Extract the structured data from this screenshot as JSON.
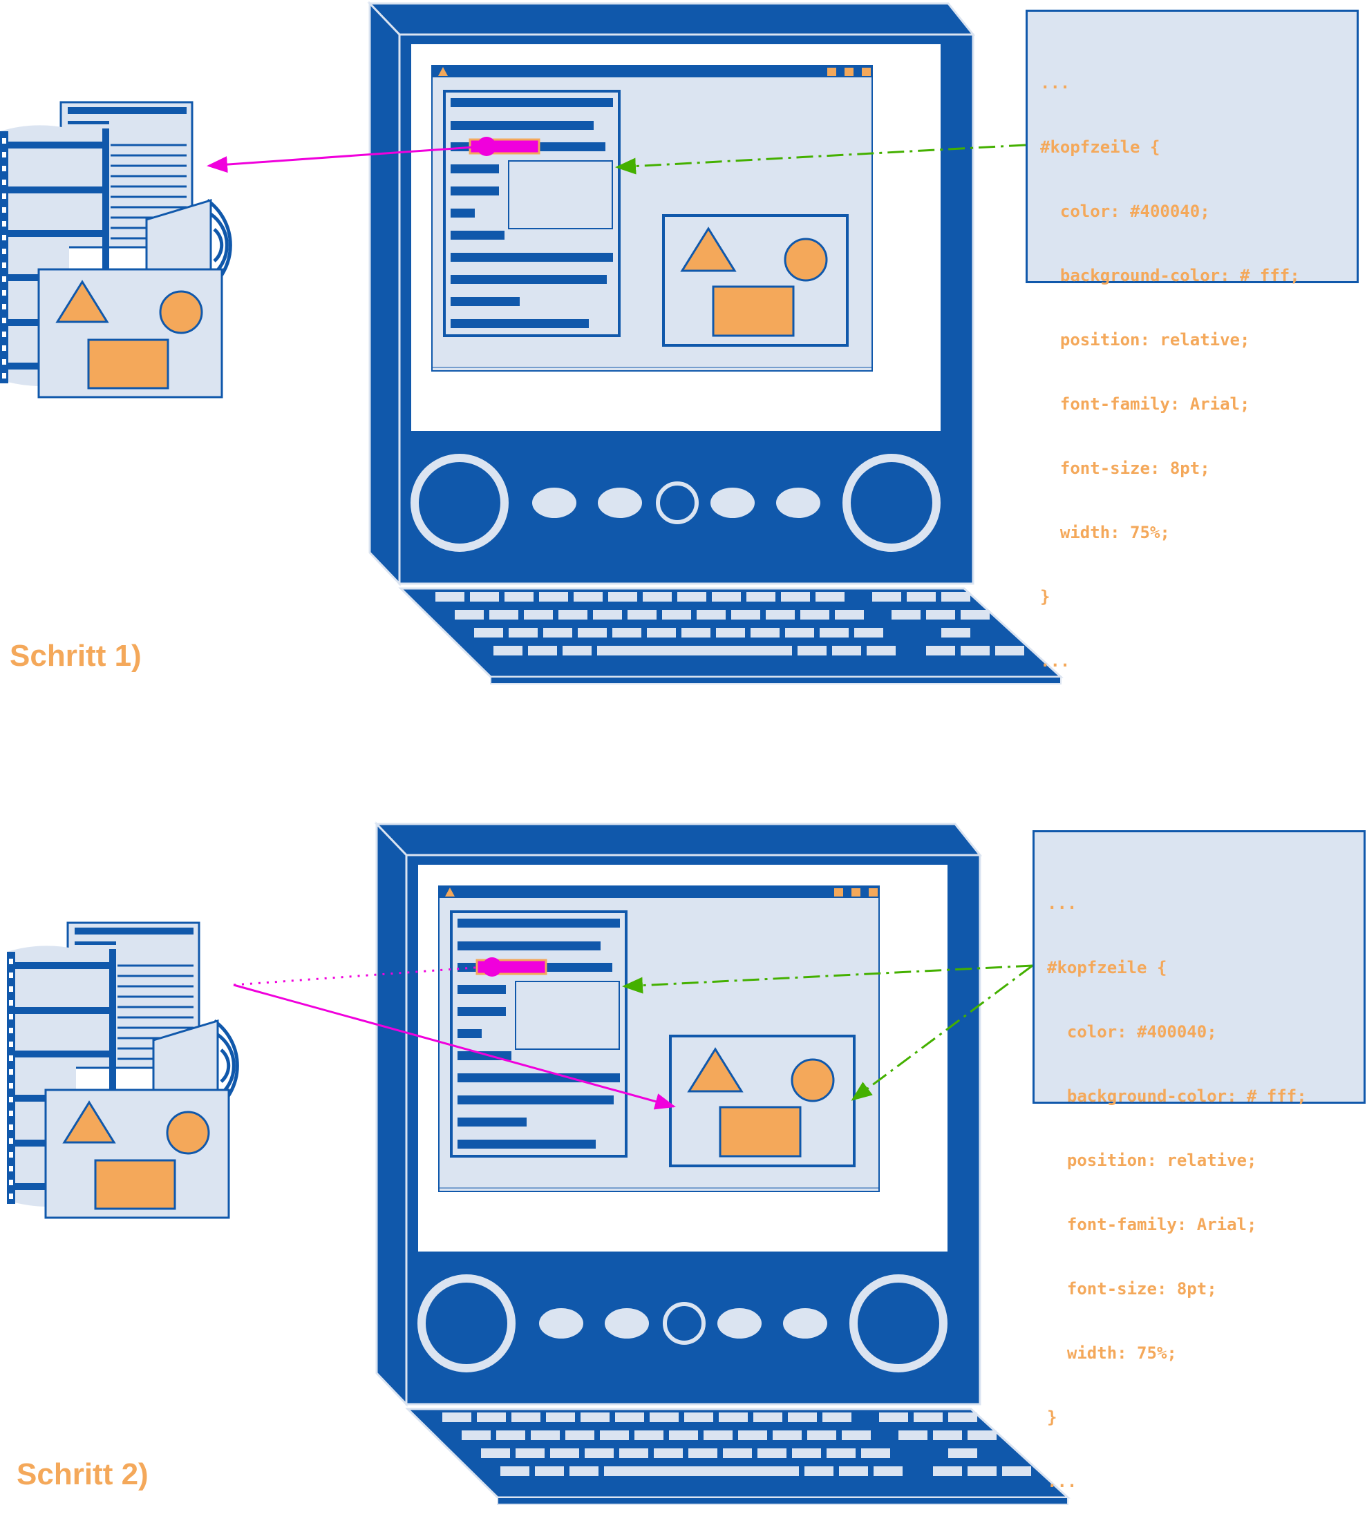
{
  "colors": {
    "blue": "#1058ab",
    "light": "#dbe4f1",
    "orange": "#f4a85a",
    "magenta": "#f000dc",
    "green": "#44b000",
    "white": "#ffffff"
  },
  "steps": [
    {
      "label": "Schritt 1)",
      "css_lines": [
        "...",
        "#kopfzeile {",
        "  color: #400040;",
        "  background-color: # fff;",
        "  position: relative;",
        "  font-family: Arial;",
        "  font-size: 8pt;",
        "  width: 75%;",
        "}",
        "..."
      ]
    },
    {
      "label": "Schritt 2)",
      "css_lines": [
        "...",
        "#kopfzeile {",
        "  color: #400040;",
        "  background-color: # fff;",
        "  position: relative;",
        "  font-family: Arial;",
        "  font-size: 8pt;",
        "  width: 75%;",
        "}",
        "..."
      ]
    }
  ]
}
